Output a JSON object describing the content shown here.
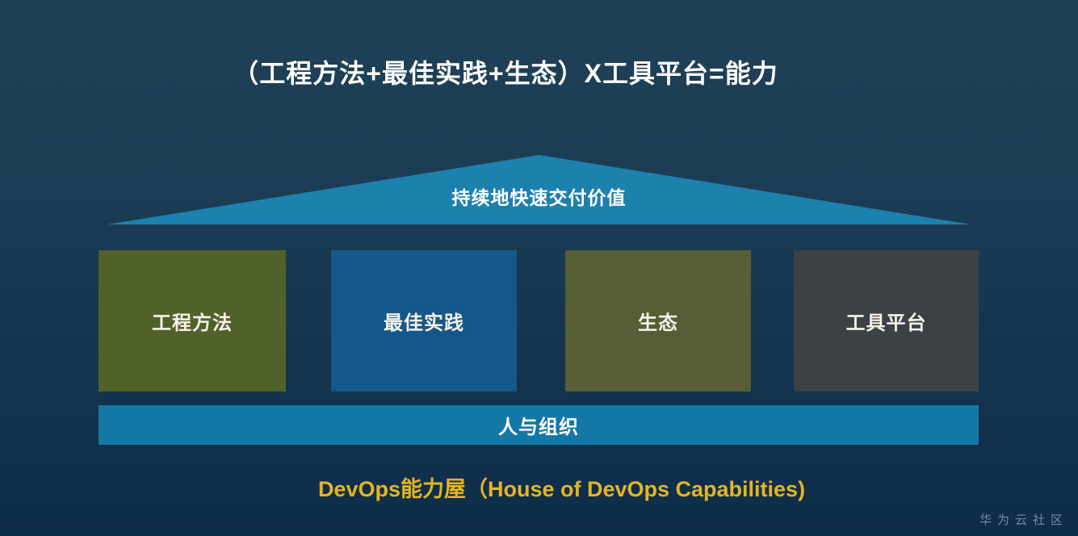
{
  "page": {
    "title": "（工程方法+最佳实践+生态）X工具平台=能力",
    "caption": "DevOps能力屋（House of DevOps Capabilities)",
    "watermark": "华为云社区"
  },
  "house": {
    "roof": {
      "label": "持续地快速交付价值",
      "color": "#1d81ae"
    },
    "pillars": [
      {
        "label": "工程方法",
        "color": "#50622a"
      },
      {
        "label": "最佳实践",
        "color": "#14578a"
      },
      {
        "label": "生态",
        "color": "#575d36"
      },
      {
        "label": "工具平台",
        "color": "#3c4145"
      }
    ],
    "foundation": {
      "label": "人与组织",
      "color": "#1478a6"
    }
  },
  "colors": {
    "background_top": "#1f4157",
    "background_bottom": "#0d2c49",
    "title_text": "#ffffff",
    "caption_text": "#e6b422",
    "watermark_text": "#8c9ba6"
  }
}
